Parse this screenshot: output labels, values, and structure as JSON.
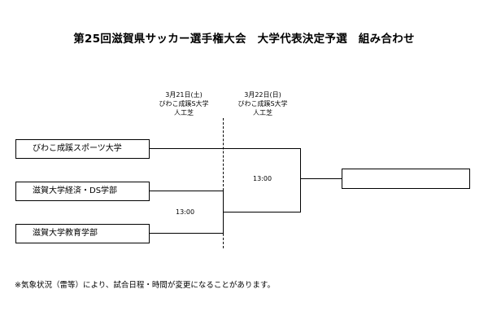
{
  "title": "第25回滋賀県サッカー選手権大会　大学代表決定予選　組み合わせ",
  "rounds": [
    {
      "date": "3月21日(土)",
      "venue": "びわこ成蹊S大学",
      "surface": "人工芝"
    },
    {
      "date": "3月22日(日)",
      "venue": "びわこ成蹊S大学",
      "surface": "人工芝"
    }
  ],
  "teams": [
    "びわこ成蹊スポーツ大学",
    "滋賀大学経済・DS学部",
    "滋賀大学教育学部"
  ],
  "match_times": {
    "round1": "13:00",
    "final": "13:00"
  },
  "winner": "",
  "note": "※気象状況（雷等）により、試合日程・時間が変更になることがあります。"
}
